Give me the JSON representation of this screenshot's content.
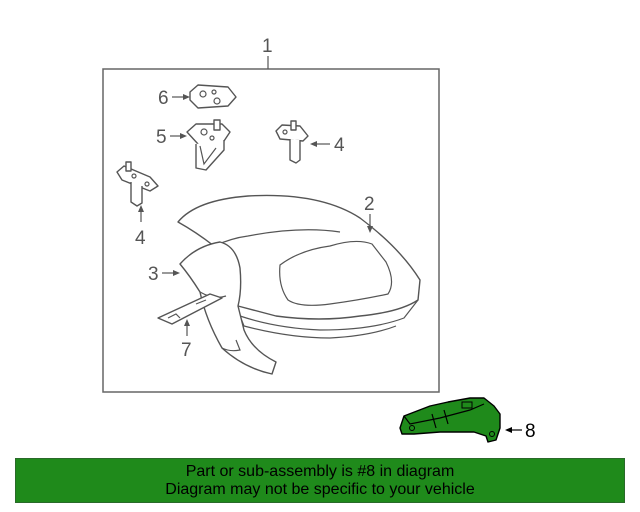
{
  "callouts": {
    "c1": "1",
    "c2": "2",
    "c3": "3",
    "c4a": "4",
    "c4b": "4",
    "c5": "5",
    "c6": "6",
    "c7": "7",
    "c8": "8"
  },
  "highlight_color": "#1f8a1b",
  "banner": {
    "line1": "Part or sub-assembly is #8 in diagram",
    "line2": "Diagram may not be specific to your vehicle"
  }
}
